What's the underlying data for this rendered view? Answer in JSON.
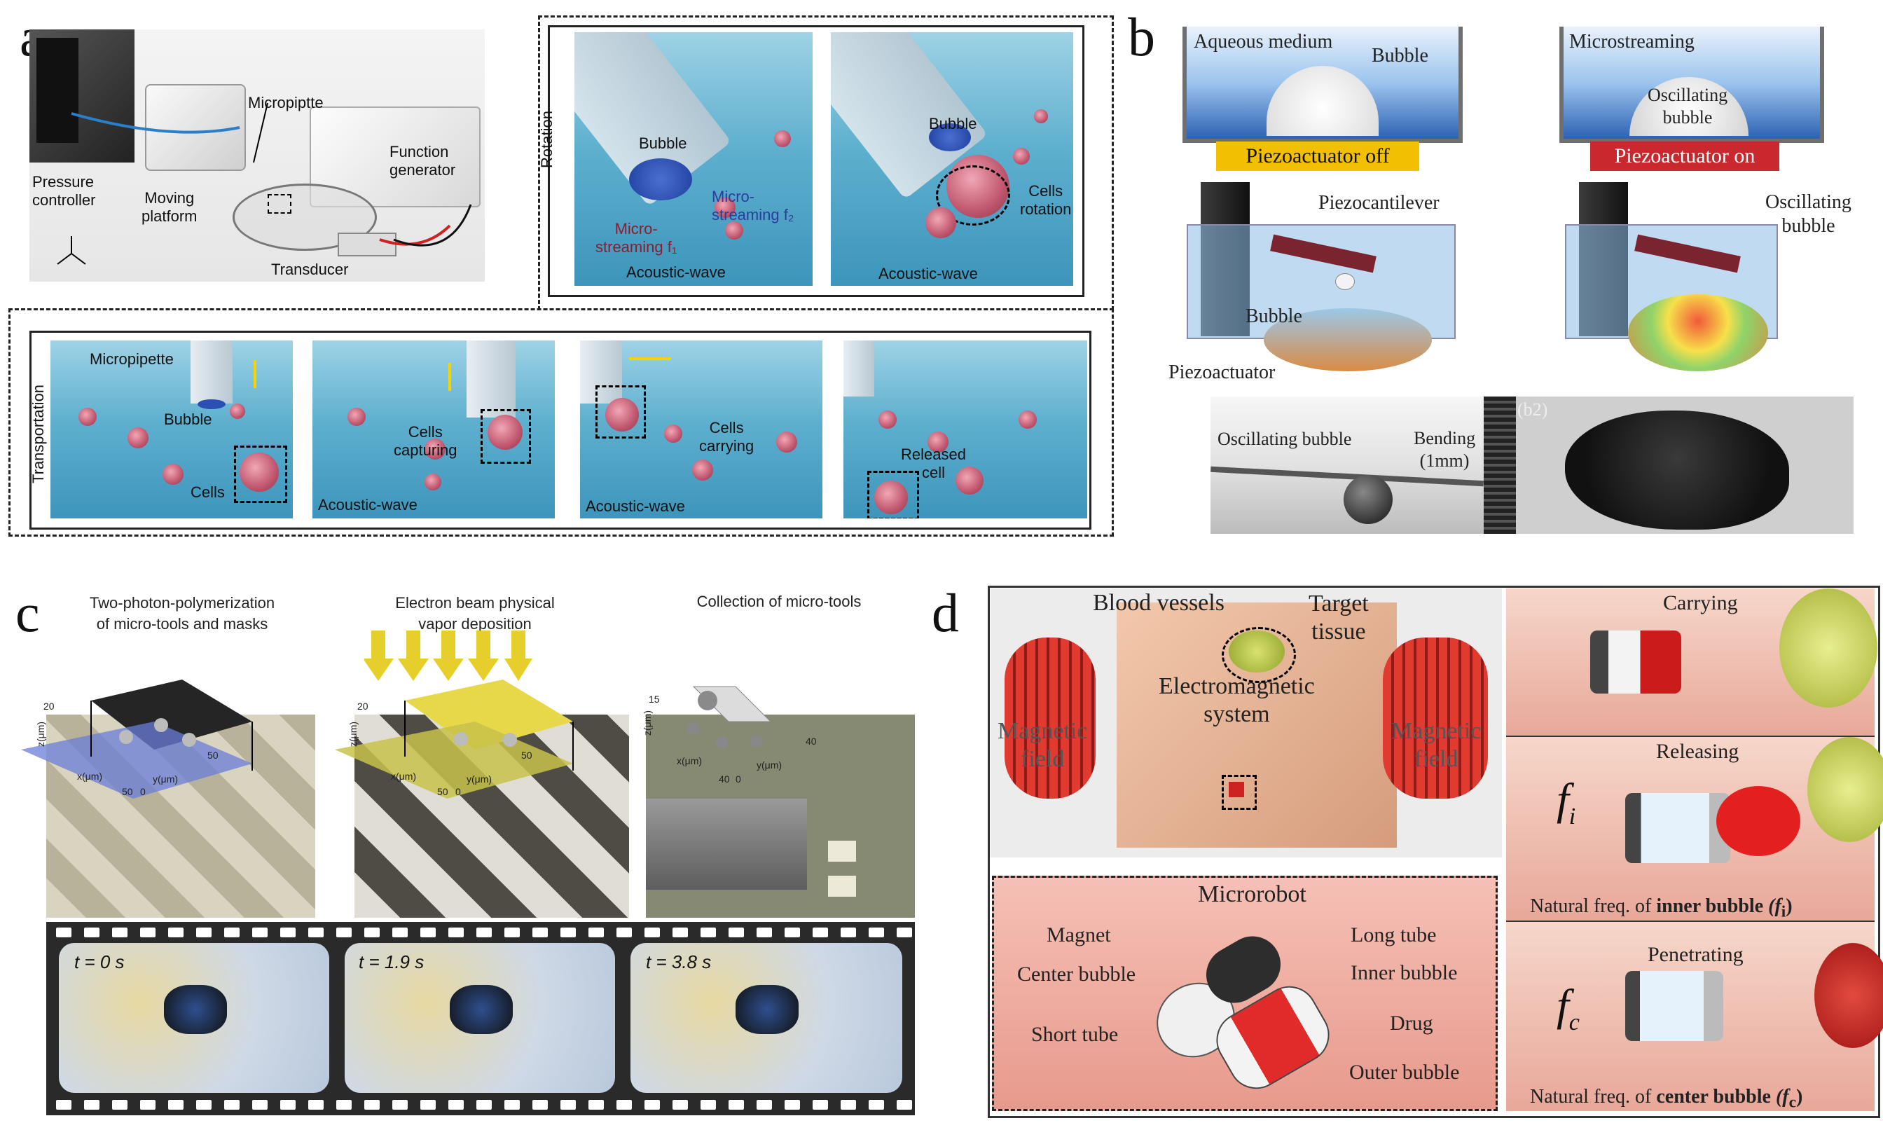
{
  "panels": {
    "a": {
      "label": "a",
      "setup": {
        "micropipette": "Micropiptte",
        "pressure_controller": [
          "Pressure",
          "controller"
        ],
        "moving_platform": [
          "Moving",
          "platform"
        ],
        "function_generator": [
          "Function",
          "generator"
        ],
        "transducer": "Transducer"
      },
      "rotation": {
        "side_label": "Rotation",
        "tile1": {
          "bubble": "Bubble",
          "micro_streaming_1": [
            "Micro-",
            "streaming f₁"
          ],
          "micro_streaming_2": [
            "Micro-",
            "streaming f₂"
          ],
          "acoustic_wave": "Acoustic-wave"
        },
        "tile2": {
          "bubble": "Bubble",
          "cells_rotation": [
            "Cells",
            "rotation"
          ],
          "acoustic_wave": "Acoustic-wave"
        }
      },
      "transportation": {
        "side_label": "Transportation",
        "tile1": {
          "micropipette": "Micropipette",
          "bubble": "Bubble",
          "cells": "Cells"
        },
        "tile2": {
          "cells_capturing": [
            "Cells",
            "capturing"
          ],
          "acoustic_wave": "Acoustic-wave"
        },
        "tile3": {
          "cells_carrying": [
            "Cells",
            "carrying"
          ],
          "acoustic_wave": "Acoustic-wave"
        },
        "tile4": {
          "released_cell": [
            "Released",
            "cell"
          ]
        }
      }
    },
    "b": {
      "label": "b",
      "left": {
        "aqueous_medium": "Aqueous medium",
        "bubble": "Bubble",
        "state": "Piezoactuator off",
        "piezocantilever": "Piezocantilever",
        "bubble2": "Bubble",
        "piezoactuator": "Piezoactuator"
      },
      "right": {
        "microstreaming": "Microstreaming",
        "oscillating_bubble": [
          "Oscillating",
          "bubble"
        ],
        "state": "Piezoactuator on",
        "oscillating_bubble2": [
          "Oscillating",
          "bubble"
        ]
      },
      "photo": {
        "oscillating_bubble": "Oscillating bubble",
        "bending": [
          "Bending",
          "(1mm)"
        ],
        "b2": "(b2)"
      },
      "colors": {
        "off": "#f2c000",
        "on": "#c8282e"
      }
    },
    "c": {
      "label": "c",
      "col1": [
        "Two-photon-polymerization",
        "of micro-tools and masks"
      ],
      "col2": [
        "Electron beam physical",
        "vapor deposition"
      ],
      "col3": [
        "Collection of micro-tools"
      ],
      "axes1": {
        "z": "z(μm)",
        "x": "x(μm)",
        "y": "y(μm)",
        "z_max": "20",
        "x_max": "50",
        "y_max": "50",
        "zero": "0"
      },
      "axes2": {
        "z": "z(μm)",
        "x": "x(μm)",
        "y": "y(μm)",
        "z_max": "20",
        "x_max": "50",
        "y_max": "50",
        "zero": "0"
      },
      "axes3": {
        "z": "z(μm)",
        "x": "x(μm)",
        "y": "y(μm)",
        "z_max": "15",
        "x_max": "40",
        "y_max": "40",
        "zero": "0"
      },
      "film": {
        "t1": "t = 0 s",
        "t2": "t = 1.9 s",
        "t3": "t = 3.8 s"
      }
    },
    "d": {
      "label": "d",
      "main": {
        "blood_vessels": "Blood vessels",
        "target_tissue": [
          "Target",
          "tissue"
        ],
        "em_system": [
          "Electromagnetic",
          "system"
        ],
        "magnetic_field_left": [
          "Magnetic",
          "field"
        ],
        "magnetic_field_right": [
          "Magnetic",
          "field"
        ]
      },
      "microrobot": {
        "title": "Microrobot",
        "magnet": "Magnet",
        "center_bubble": "Center bubble",
        "short_tube": "Short tube",
        "long_tube": "Long tube",
        "inner_bubble": "Inner bubble",
        "drug": "Drug",
        "outer_bubble": "Outer bubble"
      },
      "side": {
        "carrying": "Carrying",
        "releasing": "Releasing",
        "penetrating": "Penetrating",
        "fi": "f",
        "fi_sub": "i",
        "fc": "f",
        "fc_sub": "c",
        "inner_caption_pre": "Natural freq. of ",
        "inner_caption_bold": "inner bubble",
        "inner_caption_sym": "(f",
        "inner_caption_sub": "i",
        "inner_caption_end": ")",
        "center_caption_pre": "Natural freq. of ",
        "center_caption_bold": "center bubble",
        "center_caption_sym": "(f",
        "center_caption_sub": "c",
        "center_caption_end": ")"
      }
    }
  }
}
